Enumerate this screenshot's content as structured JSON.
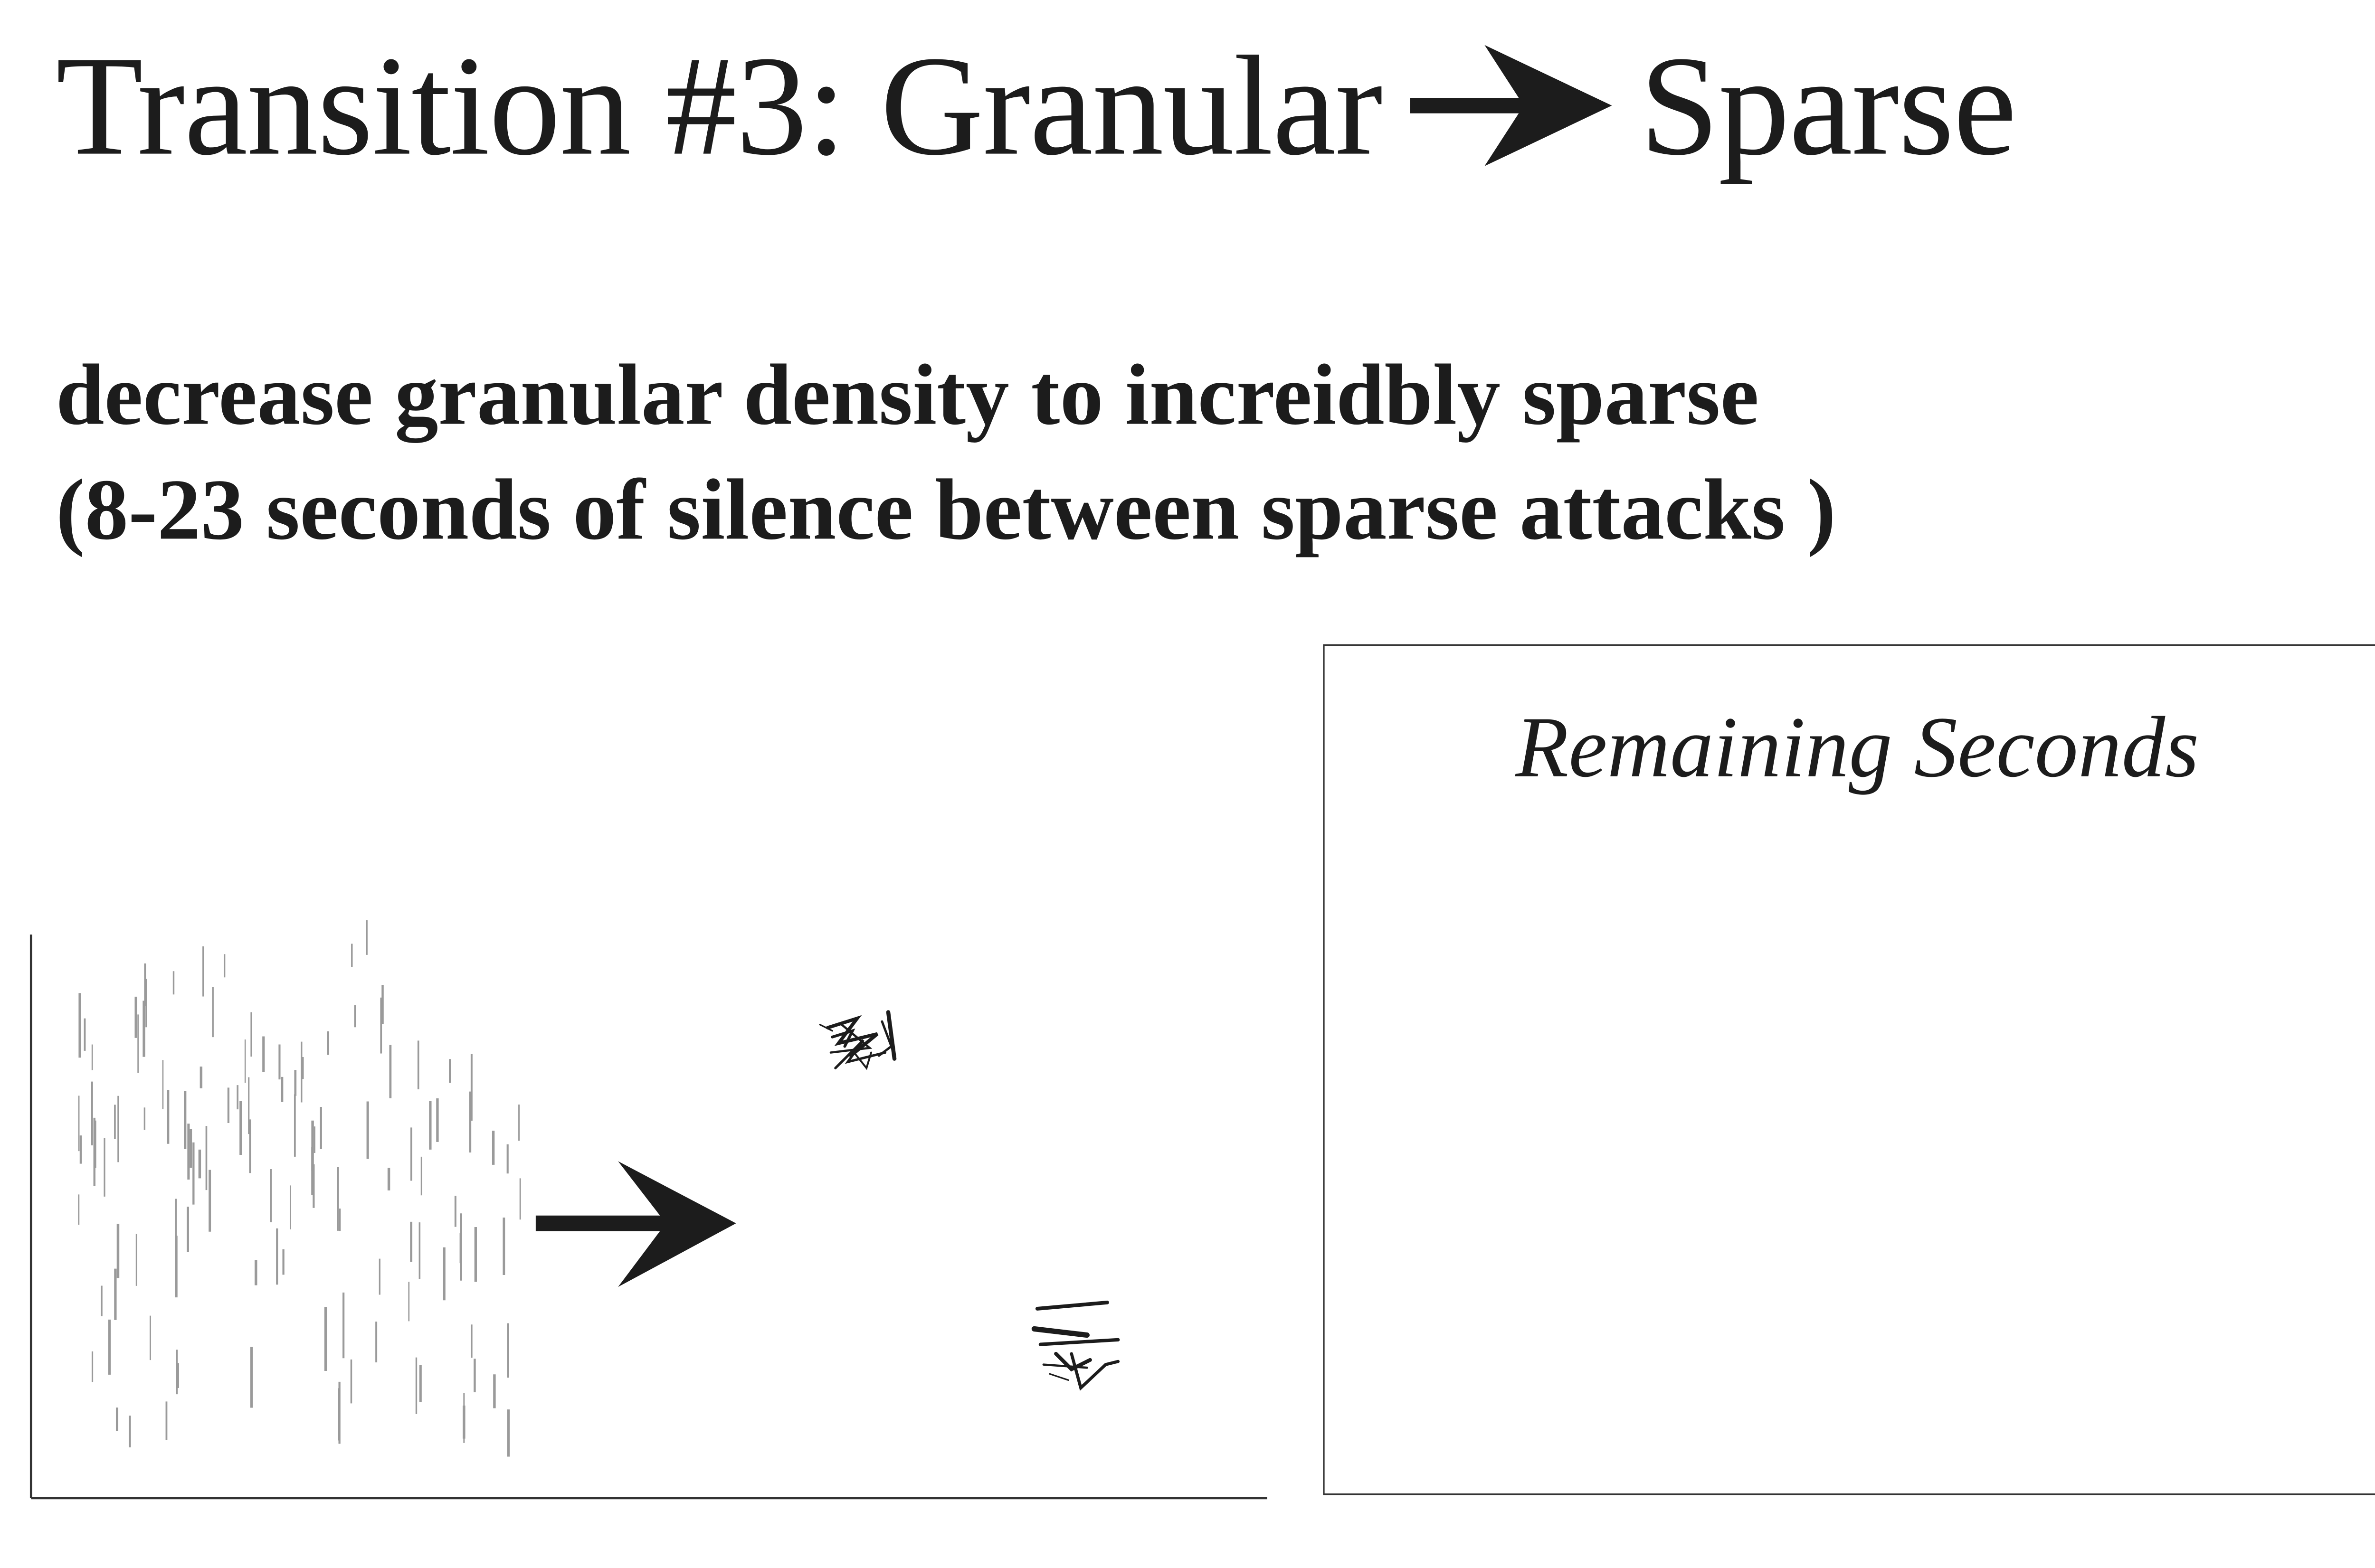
{
  "title": {
    "prefix": "Transition #3: Granular",
    "arrow_icon": "right-arrow-icon",
    "suffix": "Sparse"
  },
  "description": {
    "line1": "decrease granular density to increidbly sparse",
    "line2": "(8-23 seconds of silence between sparse attacks )"
  },
  "illustration": {
    "from_state": "granular texture (dense vertical grains)",
    "transition_icon": "right-arrow-icon",
    "to_state": "sparse attacks (scribbled marks)"
  },
  "panel": {
    "title": "Remaining Seconds",
    "value": ""
  },
  "colors": {
    "ink": "#1c1c1c",
    "grain": "#9a9a9a",
    "background": "#ffffff"
  }
}
